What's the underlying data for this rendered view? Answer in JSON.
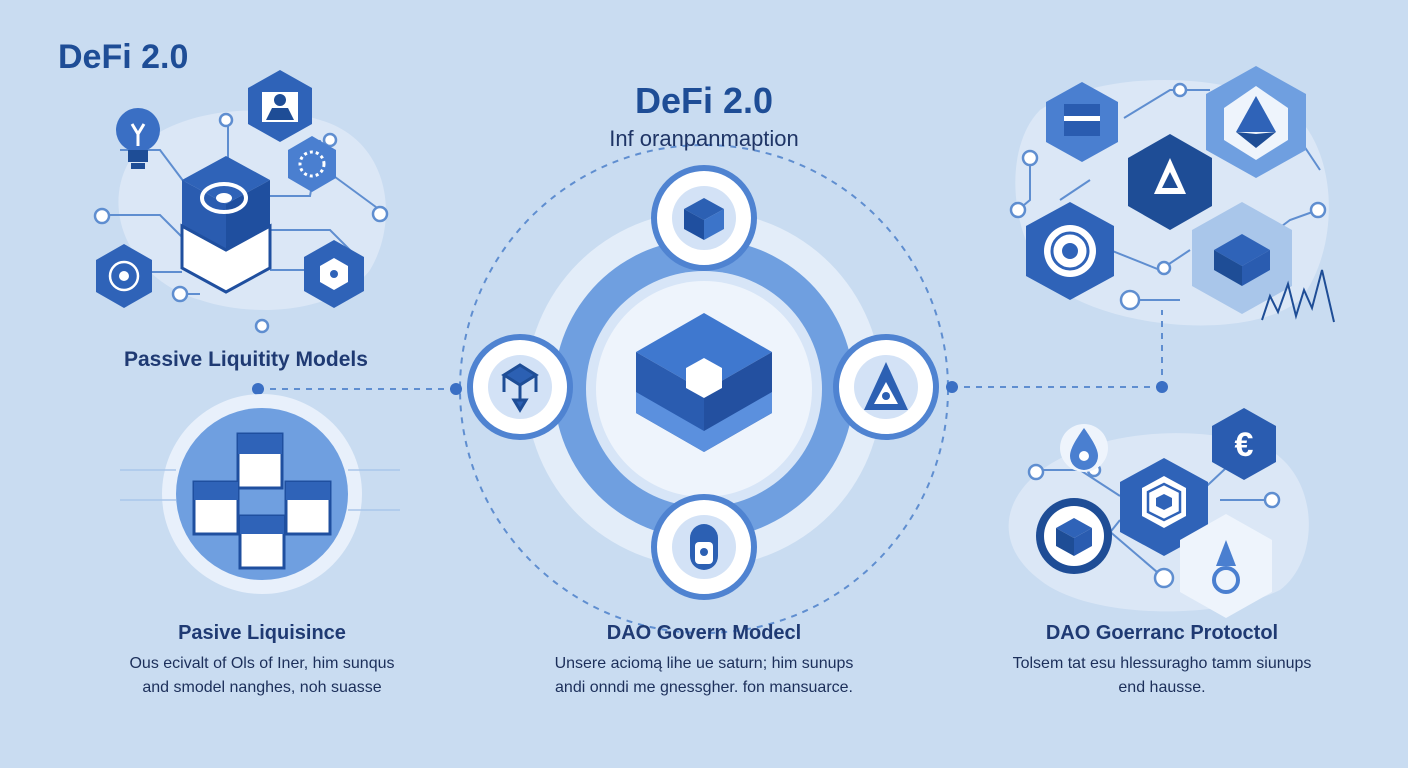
{
  "header": {
    "corner_title": "DeFi 2.0",
    "center_title": "DeFi 2.0",
    "center_subtitle": "Inf oranpanmaption"
  },
  "left_section": {
    "heading": "Passive Liquitity Models"
  },
  "columns": [
    {
      "heading": "Pasive Liquisince",
      "body_line_1": "Ous ecivalt of Ols of Iner, him sunqus",
      "body_line_2": "and smodel nanghes, noh suasse"
    },
    {
      "heading": "DAO Govern Modecl",
      "body_line_1": "Unsere aciomą lihe ue saturn; him sunups",
      "body_line_2": "andi onndi me gnessgher. fon mansuarce."
    },
    {
      "heading": "DAO Goerranc Protoctol",
      "body_line_1": "Tolsem tat esu hlessuragho tamm siunups",
      "body_line_2": "end hausse."
    }
  ],
  "icons": {
    "hub_center": "cube-icon",
    "hub_top": "box-icon",
    "hub_left": "network-icon",
    "hub_right": "flame-icon",
    "hub_bottom": "lock-icon",
    "top_left_bulb": "lightbulb-icon",
    "top_right_eth": "ethereum-icon",
    "bottom_right_euro": "euro-icon"
  },
  "colors": {
    "background": "#c9dcf1",
    "primary": "#3a6fc4",
    "dark": "#1e4d96",
    "light": "#a9c6ea"
  }
}
